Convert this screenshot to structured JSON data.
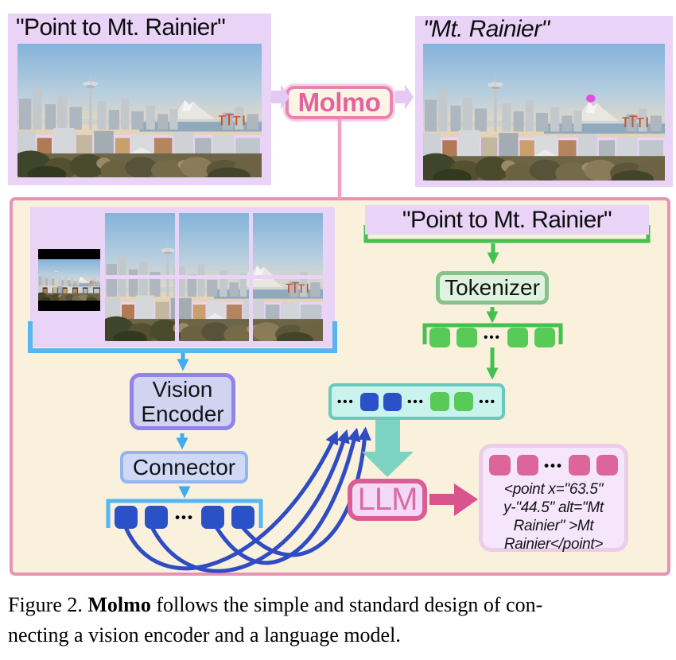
{
  "figure": {
    "top_row": {
      "input_caption": "\"Point to Mt. Rainier\"",
      "model_name": "Molmo",
      "output_caption": "\"Mt. Rainier\""
    },
    "pipeline": {
      "prompt": "\"Point to Mt. Rainier\"",
      "tokenizer": "Tokenizer",
      "vision_encoder": "Vision Encoder",
      "connector": "Connector",
      "llm": "LLM",
      "dots": "•••",
      "output_code_lines": [
        "<point x=\"63.5\"",
        "y-\"44.5\" alt=\"Mt",
        "Rainier\" >Mt",
        "Rainier</point>"
      ]
    },
    "caption": {
      "figure_label": "Figure 2. ",
      "bold_term": "Molmo",
      "line1_rest": " follows the simple and standard design of con-",
      "line2": "necting a vision encoder and a language model."
    },
    "colors": {
      "panel_lavender": "#e9d3f6",
      "cream": "#faf1dd",
      "pink_border": "#e595b3",
      "molmo_pink": "#e4629f",
      "point_magenta": "#e34ee0",
      "green": "#45c24c",
      "blue_token": "#2b51c9",
      "light_blue": "#55b7f2",
      "teal": "#6ac9bb",
      "purple": "#9283e8",
      "pink_token": "#dc6599"
    }
  }
}
